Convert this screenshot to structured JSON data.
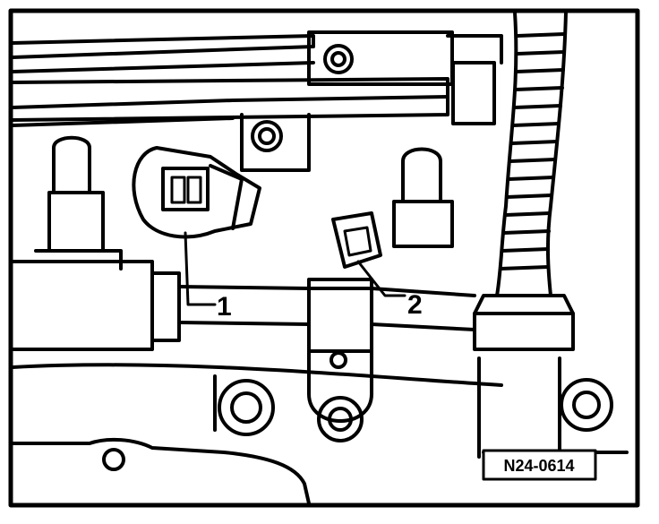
{
  "diagram": {
    "callouts": [
      {
        "label": "1",
        "target": "connector-1"
      },
      {
        "label": "2",
        "target": "connector-2"
      }
    ],
    "figure_code": "N24-0614",
    "colors": {
      "line": "#000000",
      "paper": "#ffffff"
    }
  }
}
